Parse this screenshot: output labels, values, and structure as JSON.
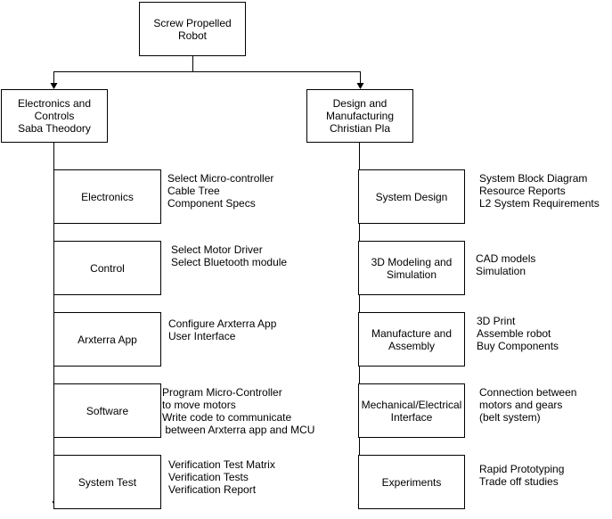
{
  "root": {
    "label": "Screw Propelled\nRobot"
  },
  "branches": [
    {
      "label": "Electronics and\nControls\nSaba Theodory",
      "items": [
        {
          "label": "Electronics",
          "notes": "Select Micro-controller\nCable Tree\nComponent Specs"
        },
        {
          "label": "Control",
          "notes": "Select Motor Driver\nSelect Bluetooth module"
        },
        {
          "label": "Arxterra App",
          "notes": "Configure Arxterra App\nUser Interface"
        },
        {
          "label": "Software",
          "notes": "Program Micro-Controller\nto move motors\nWrite code to communicate\n between Arxterra app and MCU"
        },
        {
          "label": "System Test",
          "notes": "Verification Test Matrix\nVerification Tests\nVerification Report"
        }
      ]
    },
    {
      "label": "Design and\nManufacturing\nChristian Pla",
      "items": [
        {
          "label": "System Design",
          "notes": "System Block Diagram\nResource Reports\nL2 System Requirements"
        },
        {
          "label": "3D Modeling and\nSimulation",
          "notes": "CAD models\nSimulation"
        },
        {
          "label": "Manufacture and\nAssembly",
          "notes": "3D Print\nAssemble robot\nBuy Components"
        },
        {
          "label": "Mechanical/Electrical\nInterface",
          "notes": "Connection between\nmotors and gears\n(belt system)"
        },
        {
          "label": "Experiments",
          "notes": "Rapid Prototyping\nTrade off studies"
        }
      ]
    }
  ]
}
